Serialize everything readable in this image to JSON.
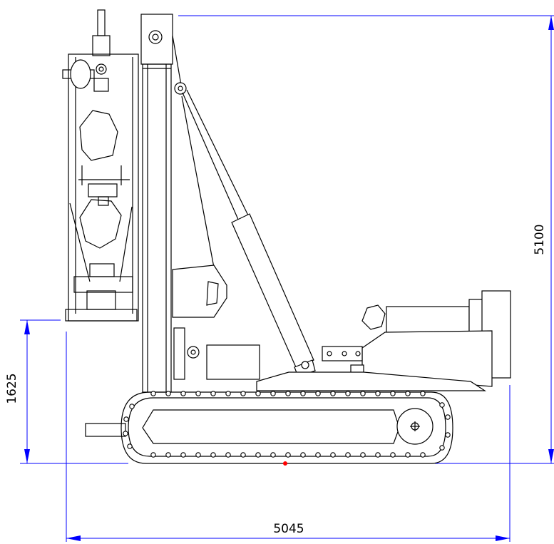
{
  "dimensions": {
    "overall_height": "5100",
    "mast_clearance_height": "1625",
    "overall_length": "5045"
  },
  "colors": {
    "drawing": "#000000",
    "dimension": "#0000ff",
    "marker": "#ff0000"
  }
}
